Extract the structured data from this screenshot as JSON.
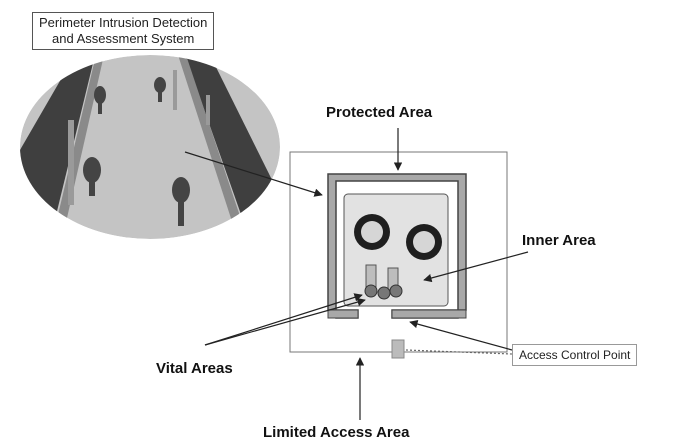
{
  "labels": {
    "pids_line1": "Perimeter Intrusion Detection",
    "pids_line2": "and Assessment System",
    "protected_area": "Protected Area",
    "inner_area": "Inner Area",
    "vital_areas": "Vital Areas",
    "access_control_point": "Access Control Point",
    "limited_access_area": "Limited Access Area"
  },
  "colors": {
    "ground": "#c9c9c9",
    "fence_dark": "#4a4a4a",
    "wall_gray": "#a8a8a8",
    "building": "#e2e2e2",
    "line": "#333333"
  }
}
